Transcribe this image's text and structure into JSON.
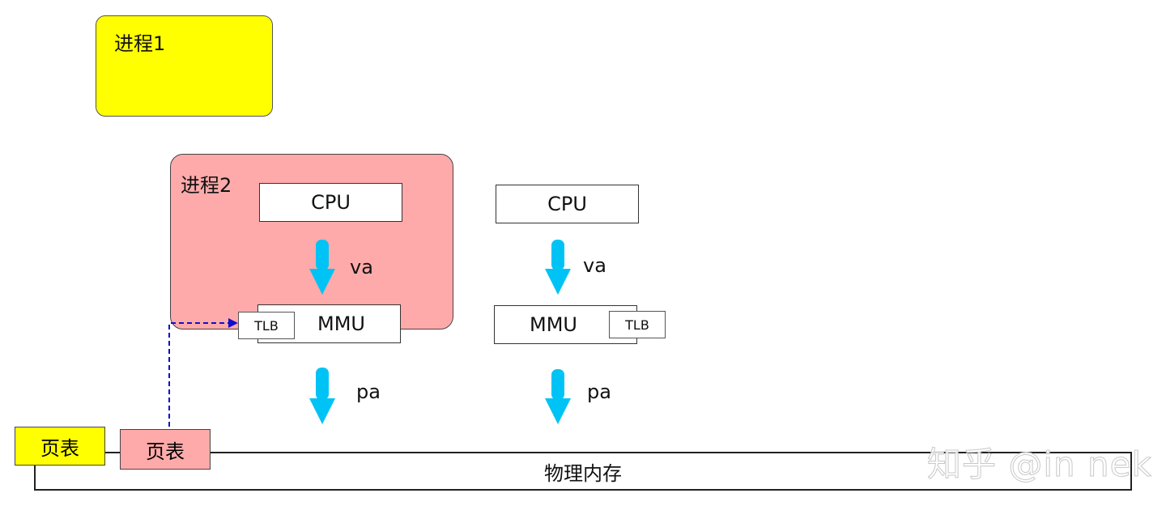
{
  "process1": {
    "label": "进程1"
  },
  "process2": {
    "label": "进程2"
  },
  "left": {
    "cpu": "CPU",
    "va": "va",
    "mmu": "MMU",
    "tlb": "TLB",
    "pa": "pa"
  },
  "right": {
    "cpu": "CPU",
    "va": "va",
    "mmu": "MMU",
    "tlb": "TLB",
    "pa": "pa"
  },
  "page_tables": [
    "页表",
    "页表"
  ],
  "memory": {
    "label": "物理内存"
  },
  "watermark": "知乎 @in nek",
  "colors": {
    "process1_fill": "#ffff00",
    "process2_fill": "#ffaaaa",
    "arrow": "#00c3f5",
    "dashed_link": "#1010cc"
  },
  "icons": [
    "down-arrow-icon",
    "dashed-arrow-icon"
  ]
}
